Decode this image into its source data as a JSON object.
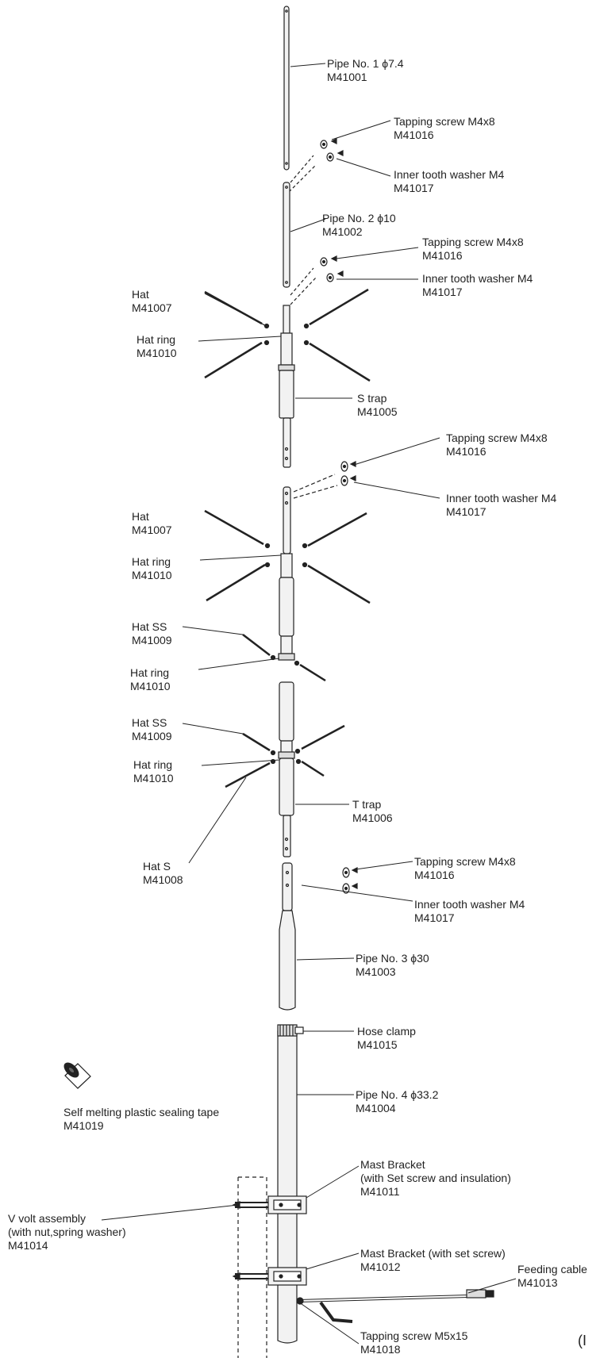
{
  "labels": {
    "pipe1": [
      "Pipe No. 1  ϕ7.4",
      "M41001"
    ],
    "ts1": [
      "Tapping screw M4x8",
      "M41016"
    ],
    "itw1": [
      "Inner tooth washer M4",
      "M41017"
    ],
    "pipe2": [
      "Pipe No. 2  ϕ10",
      "M41002"
    ],
    "ts2": [
      "Tapping screw M4x8",
      "M41016"
    ],
    "itw2": [
      "Inner tooth washer M4",
      "M41017"
    ],
    "hat1": [
      "Hat",
      "M41007"
    ],
    "hatring1": [
      "Hat ring",
      "M41010"
    ],
    "strap": [
      "S trap",
      "M41005"
    ],
    "ts3": [
      "Tapping screw M4x8",
      "M41016"
    ],
    "itw3": [
      "Inner tooth washer M4",
      "M41017"
    ],
    "hat2": [
      "Hat",
      "M41007"
    ],
    "hatring2": [
      "Hat ring",
      "M41010"
    ],
    "hatss1": [
      "Hat SS",
      "M41009"
    ],
    "hatring3": [
      "Hat ring",
      "M41010"
    ],
    "hatss2": [
      "Hat SS",
      "M41009"
    ],
    "hatring4": [
      "Hat ring",
      "M41010"
    ],
    "ttrap": [
      "T trap",
      "M41006"
    ],
    "hats": [
      "Hat S",
      "M41008"
    ],
    "ts4": [
      "Tapping screw M4x8",
      "M41016"
    ],
    "itw4": [
      "Inner tooth washer M4",
      "M41017"
    ],
    "pipe3": [
      "Pipe No. 3  ϕ30",
      "M41003"
    ],
    "hoseclamp": [
      "Hose clamp",
      "M41015"
    ],
    "tape": [
      "Self melting plastic sealing tape",
      "M41019"
    ],
    "pipe4": [
      "Pipe No. 4  ϕ33.2",
      "M41004"
    ],
    "mast1": [
      "Mast Bracket",
      "(with Set screw and insulation)",
      "M41011"
    ],
    "vbolt": [
      "V volt assembly",
      "(with nut,spring washer)",
      "M41014"
    ],
    "mast2": [
      "Mast Bracket (with set screw)",
      "M41012"
    ],
    "feed": [
      "Feeding cable",
      "M41013"
    ],
    "ts5": [
      "Tapping screw M5x15",
      "M41018"
    ],
    "corner": "(I"
  },
  "colors": {
    "line": "#222222",
    "part_fill": "#f2f2f2",
    "dark": "#333333"
  }
}
